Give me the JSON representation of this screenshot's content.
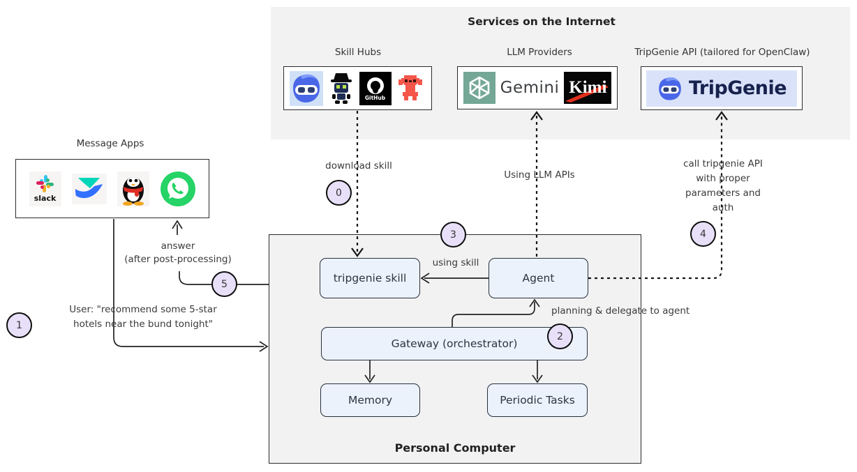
{
  "internet": {
    "title": "Services on the Internet",
    "skill_hubs": {
      "label": "Skill Hubs",
      "icons": [
        "openclaw-robot",
        "clawhub-robot",
        "github",
        "red-pixel-bot"
      ],
      "github_text": "GitHub"
    },
    "llm": {
      "label": "LLM Providers",
      "icons": [
        "openai",
        "gemini",
        "kimi"
      ],
      "gemini_text": "Gemini",
      "kimi_text": "Kimi"
    },
    "tripgenie": {
      "label": "TripGenie API (tailored for OpenClaw)",
      "logo_text": "TripGenie"
    }
  },
  "message_apps": {
    "title": "Message Apps",
    "icons": [
      "slack",
      "lark",
      "qq",
      "whatsapp"
    ],
    "slack_text": "slack"
  },
  "pc": {
    "title": "Personal Computer",
    "nodes": {
      "skill": "tripgenie skill",
      "agent": "Agent",
      "gateway": "Gateway (orchestrator)",
      "memory": "Memory",
      "periodic": "Periodic Tasks"
    }
  },
  "annotations": {
    "download_skill": "download skill",
    "using_llm_apis": "Using LLM APIs",
    "call_api_lines": [
      "call tripgenie API",
      "with proper",
      "parameters and",
      "auth"
    ],
    "using_skill": "using skill",
    "planning": "planning & delegate to agent",
    "answer_line1": "answer",
    "answer_line2": "(after post-processing)",
    "user_line1": "User: \"recommend some 5-star",
    "user_line2": "hotels near the bund tonight\""
  },
  "steps": {
    "s0": "0",
    "s1": "1",
    "s2": "2",
    "s3": "3",
    "s4": "4",
    "s5": "5"
  },
  "colors": {
    "area_bg": "#f2f2f3",
    "node_fill": "#ecf2fb",
    "step_fill": "#e7e0f8",
    "whatsapp_green": "#25d366",
    "openai_teal": "#74a796",
    "kimi_red": "#e0301e",
    "tripgenie_navy": "#17224d",
    "lark_teal": "#00d6b9",
    "lark_blue": "#3370ff",
    "slack_blue": "#36c5f0",
    "slack_green": "#2eb67d",
    "slack_yellow": "#ecb22e",
    "slack_red": "#e01e5a"
  }
}
